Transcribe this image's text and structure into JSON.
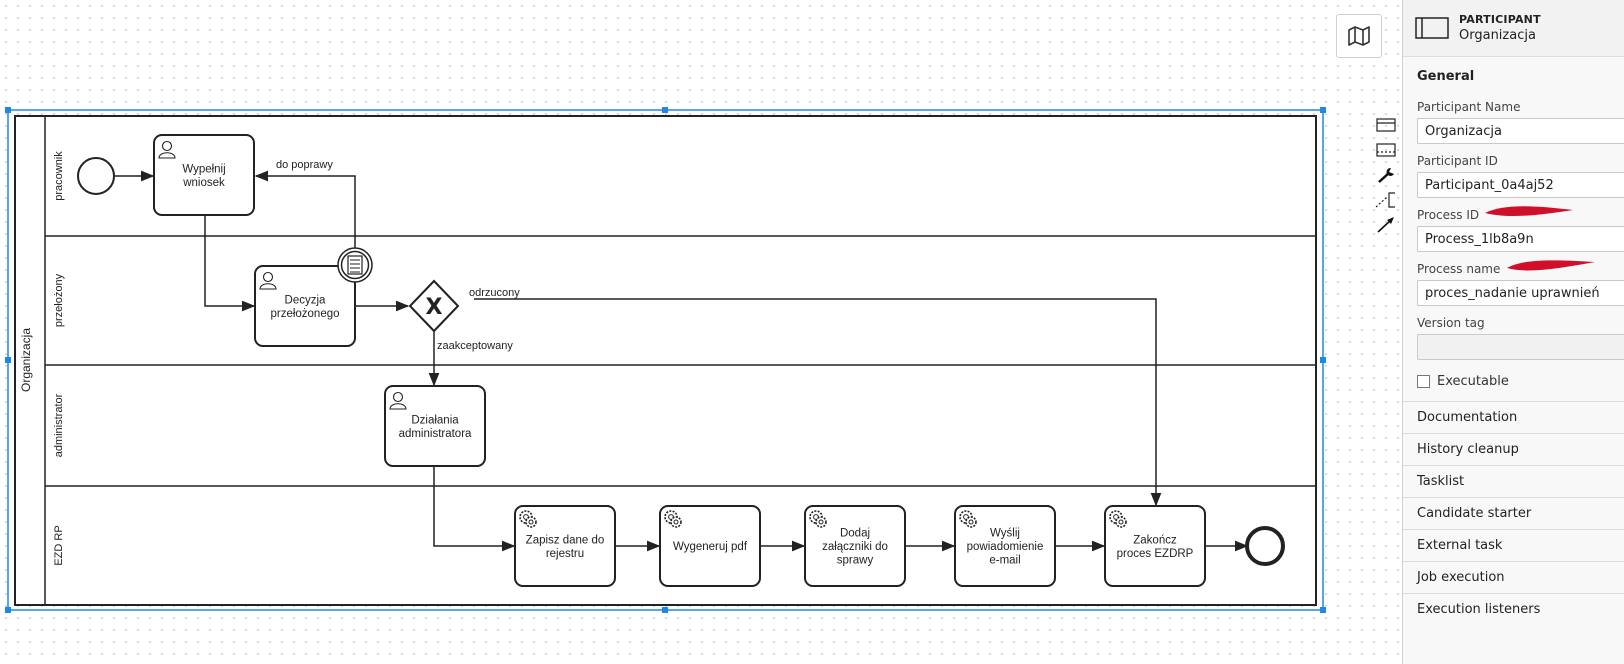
{
  "diagram": {
    "pool_label": "Organizacja",
    "lanes": [
      "pracownik",
      "przełożony",
      "administrator",
      "EZD RP"
    ],
    "tasks": [
      {
        "label": "Wypełnij\nwniosek",
        "kind": "user"
      },
      {
        "label": "Decyzja\nprzełożonego",
        "kind": "user"
      },
      {
        "label": "Działania\nadministratora",
        "kind": "user"
      },
      {
        "label": "Zapisz dane do\nrejestru",
        "kind": "service"
      },
      {
        "label": "Wygeneruj pdf",
        "kind": "service"
      },
      {
        "label": "Dodaj\nzałączniki do\nsprawy",
        "kind": "service"
      },
      {
        "label": "Wyślij\npowiadomienie\ne-mail",
        "kind": "service"
      },
      {
        "label": "Zakończ\nproces EZDRP",
        "kind": "service"
      }
    ],
    "flow_labels": {
      "rework": "do poprawy",
      "rejected": "odrzucony",
      "accepted": "zaakceptowany"
    },
    "gateway_symbol": "X"
  },
  "properties": {
    "element_type": "PARTICIPANT",
    "element_name": "Organizacja",
    "group": "General",
    "fields": {
      "participant_name": {
        "label": "Participant Name",
        "value": "Organizacja"
      },
      "participant_id": {
        "label": "Participant ID",
        "value": "Participant_0a4aj52"
      },
      "process_id": {
        "label": "Process ID",
        "value": "Process_1lb8a9n"
      },
      "process_name": {
        "label": "Process name",
        "value": "proces_nadanie uprawnień"
      },
      "version_tag": {
        "label": "Version tag",
        "value": ""
      }
    },
    "executable_label": "Executable",
    "executable_checked": false,
    "collapsed_groups": [
      "Documentation",
      "History cleanup",
      "Tasklist",
      "Candidate starter",
      "External task",
      "Job execution",
      "Execution listeners"
    ]
  },
  "colors": {
    "selection": "#1e88e5",
    "annotation_arrow": "#d0102b",
    "stroke": "#222222"
  },
  "icons": {
    "minimap": "map-icon",
    "context_pad": [
      "lane-above-icon",
      "lane-below-icon",
      "wrench-icon",
      "association-icon",
      "connect-arrow-icon"
    ]
  }
}
